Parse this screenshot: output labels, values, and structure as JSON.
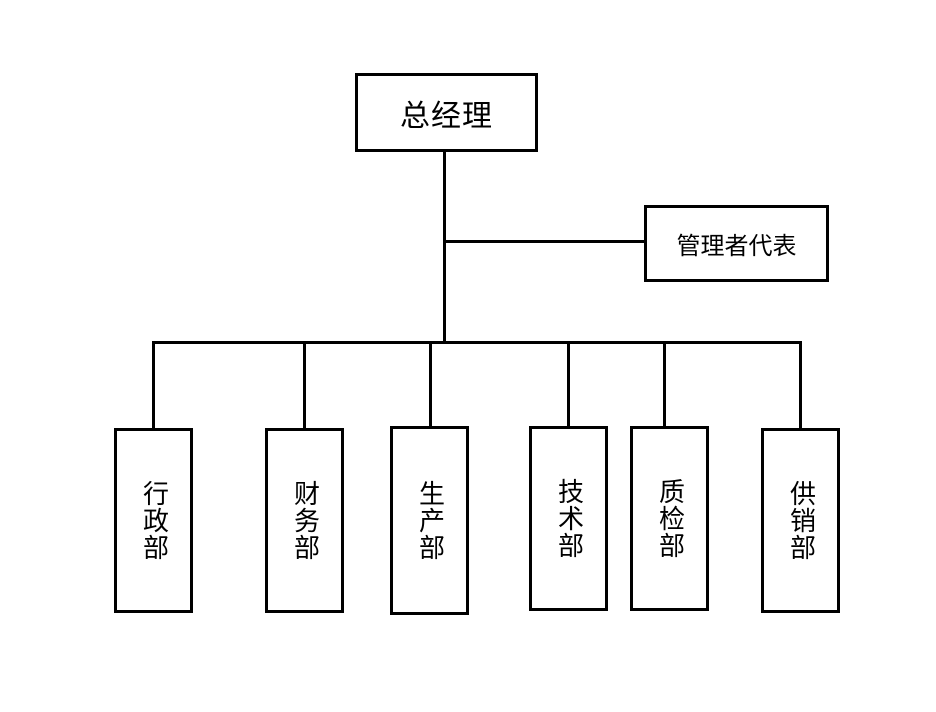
{
  "org_chart": {
    "top": {
      "label": "总经理"
    },
    "representative": {
      "label": "管理者代表"
    },
    "departments": [
      {
        "label": "行政部"
      },
      {
        "label": "财务部"
      },
      {
        "label": "生产部"
      },
      {
        "label": "技术部"
      },
      {
        "label": "质检部"
      },
      {
        "label": "供销部"
      }
    ]
  }
}
